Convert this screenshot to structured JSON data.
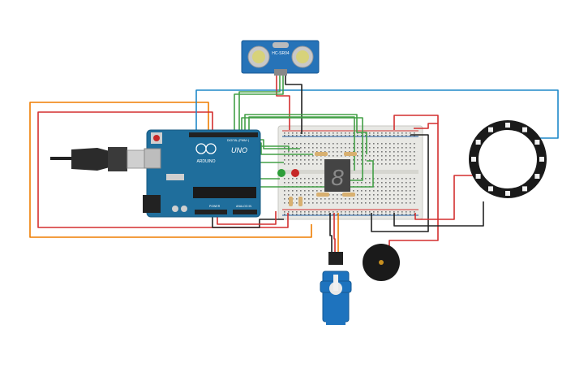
{
  "sensor": {
    "label": "HC-SR04"
  },
  "arduino": {
    "brand": "ARDUINO",
    "model": "UNO",
    "power_label": "POWER",
    "analog_label": "ANALOG IN",
    "digital_label": "DIGITAL (PWM~)"
  },
  "display": {
    "digit": "8"
  },
  "colors": {
    "wire_red": "#d32f2f",
    "wire_black": "#222222",
    "wire_green": "#43a047",
    "wire_blue": "#1e88c9",
    "wire_orange": "#ef7d00",
    "board_blue": "#1f6e9c",
    "breadboard": "#e9e9e6",
    "servo_blue": "#1e73be"
  }
}
